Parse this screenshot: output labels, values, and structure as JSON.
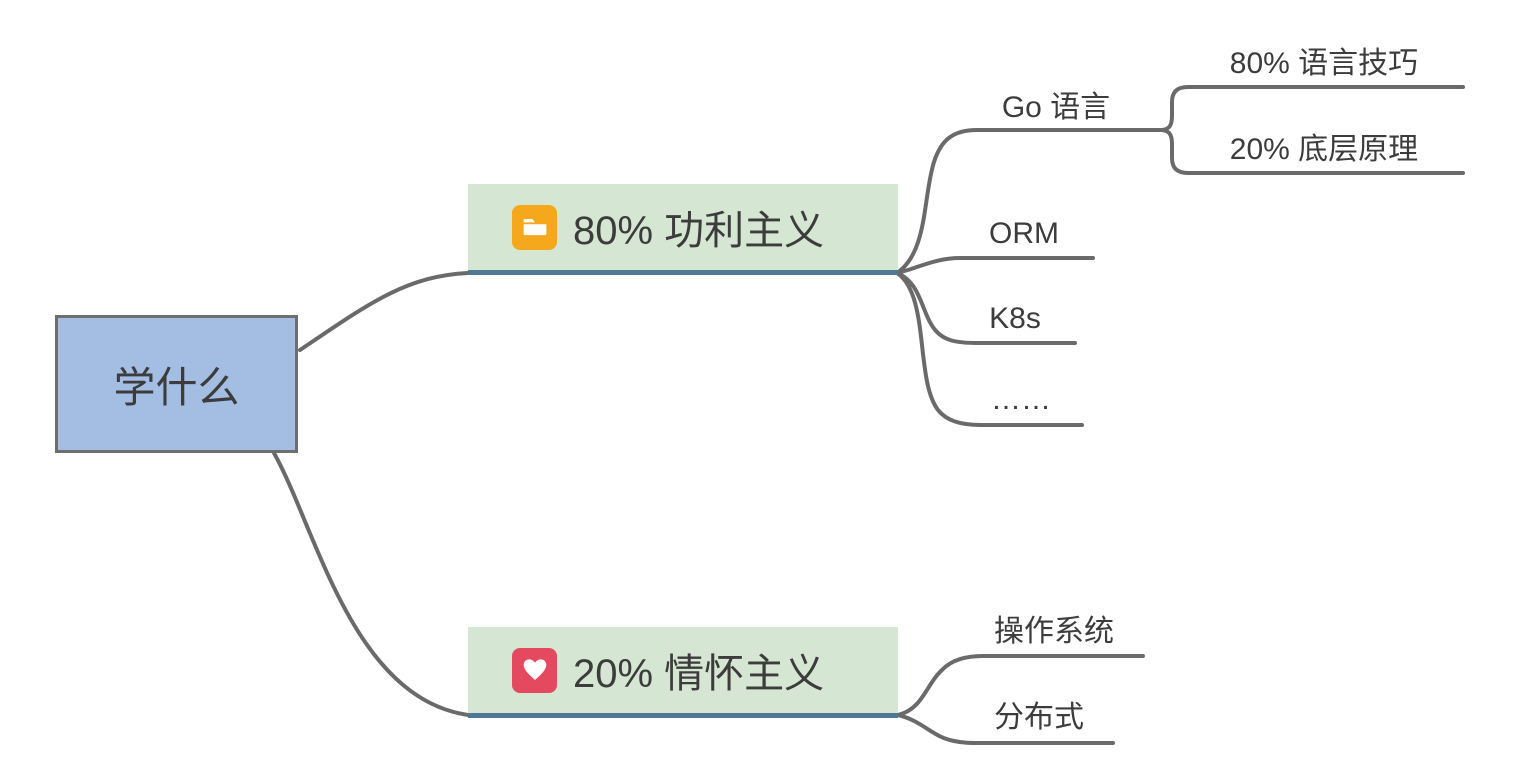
{
  "colors": {
    "canvas-bg": "#ffffff",
    "text": "#3c3c3c",
    "line": "#6a6a6a",
    "root-fill": "#a4bde2",
    "root-border": "#6e6e6e",
    "topic-fill": "#d5e7d2",
    "topic-underline": "#4f7894",
    "folder-icon-bg": "#f6a81d",
    "heart-icon-bg": "#e4495f",
    "icon-glyph": "#ffffff"
  },
  "mindmap": {
    "root": {
      "label": "学什么"
    },
    "branches": [
      {
        "label": "80% 功利主义",
        "icon": "folder-icon",
        "children": [
          {
            "label": "Go 语言",
            "children": [
              {
                "label": "80% 语言技巧"
              },
              {
                "label": "20% 底层原理"
              }
            ]
          },
          {
            "label": "ORM"
          },
          {
            "label": "K8s"
          },
          {
            "label": "……"
          }
        ]
      },
      {
        "label": "20% 情怀主义",
        "icon": "heart-icon",
        "children": [
          {
            "label": "操作系统"
          },
          {
            "label": "分布式"
          }
        ]
      }
    ]
  }
}
